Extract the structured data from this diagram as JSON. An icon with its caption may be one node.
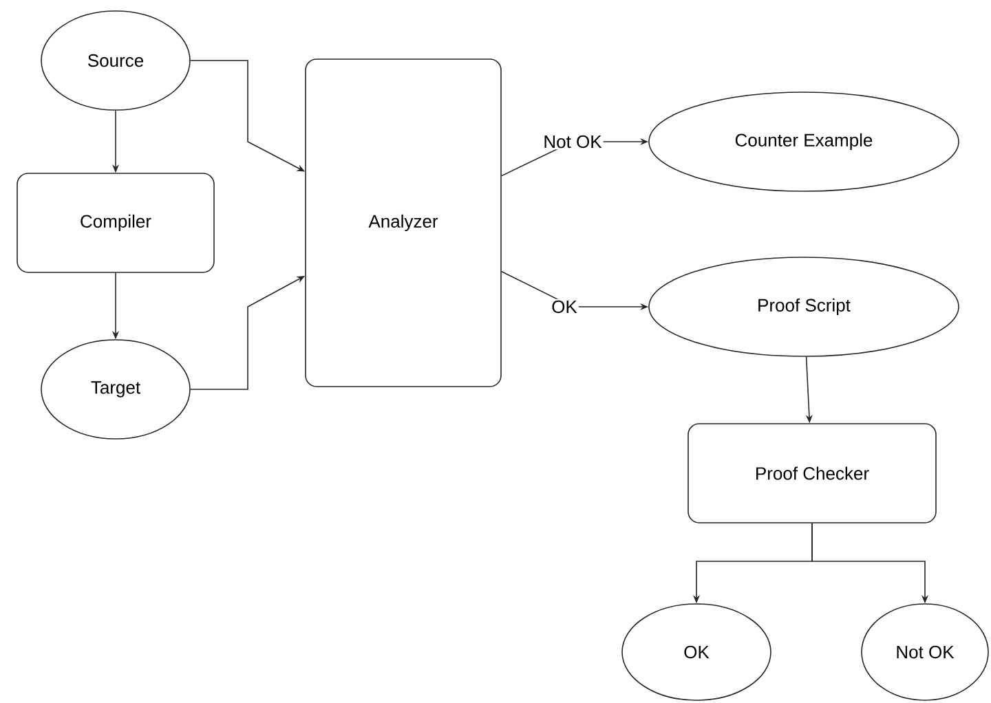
{
  "diagram": {
    "nodes": [
      {
        "text": [
          "Source"
        ]
      },
      {
        "text": [
          "Compiler"
        ]
      },
      {
        "text": [
          "Target"
        ]
      },
      {
        "text": [
          "Analyzer"
        ]
      },
      {
        "text": [
          "Counter Example"
        ]
      },
      {
        "text": [
          "Proof Script"
        ]
      },
      {
        "text": [
          "Proof Checker"
        ]
      },
      {
        "text": [
          "OK"
        ]
      },
      {
        "text": [
          "Not OK"
        ]
      }
    ],
    "edges": [
      {
        "from": 0,
        "to": 1,
        "arrow": "to"
      },
      {
        "from": 1,
        "to": 2,
        "arrow": "to"
      },
      {
        "from": 0,
        "to": 3,
        "arrow": "to"
      },
      {
        "from": 2,
        "to": 3,
        "arrow": "to"
      },
      {
        "from": 3,
        "to": 4,
        "arrow": "to",
        "label": "Not OK"
      },
      {
        "from": 3,
        "to": 5,
        "arrow": "to",
        "label": "OK"
      },
      {
        "from": 5,
        "to": 6,
        "arrow": "to"
      },
      {
        "from": 6,
        "to": 7,
        "arrow": "to"
      },
      {
        "from": 6,
        "to": 8,
        "arrow": "to"
      }
    ]
  }
}
